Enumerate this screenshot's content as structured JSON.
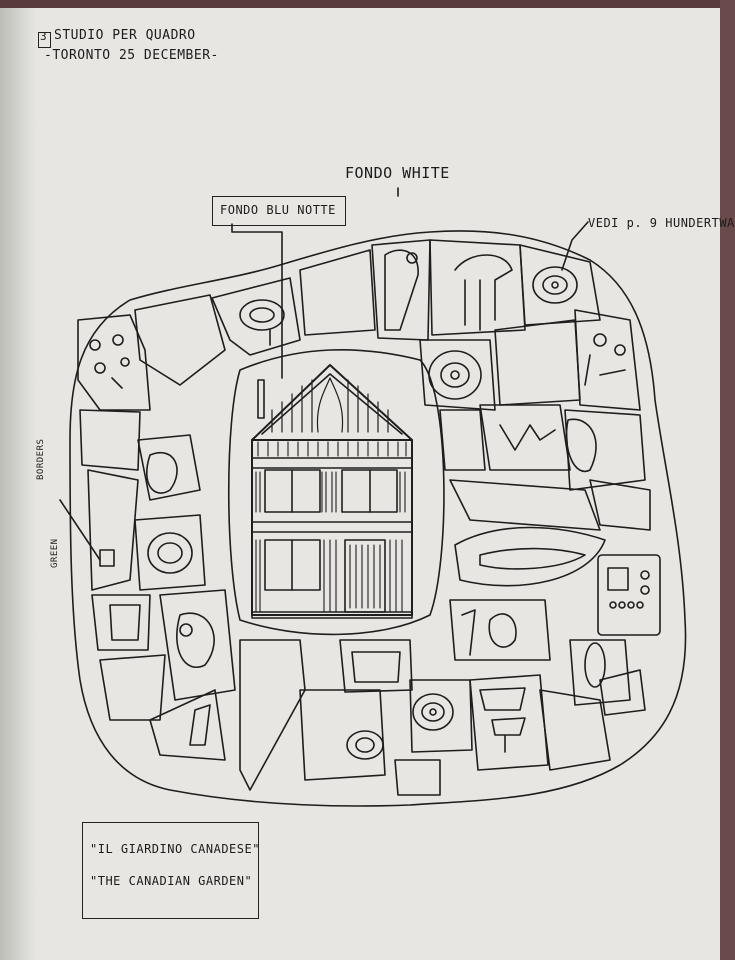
{
  "header": {
    "page_number": "3",
    "line1": "STUDIO PER QUADRO",
    "line2": "-TORONTO 25 DECEMBER-"
  },
  "annotations": {
    "background_white": "FONDO WHITE",
    "background_blue": "FONDO BLU NOTTE",
    "reference": "VEDI p. 9 HUNDERTWA",
    "side_note_1": "BORDERS",
    "side_note_2": "GREEN"
  },
  "caption": {
    "line1": "\"IL GIARDINO CANADESE\"",
    "line2": "\"THE CANADIAN GARDEN\""
  }
}
